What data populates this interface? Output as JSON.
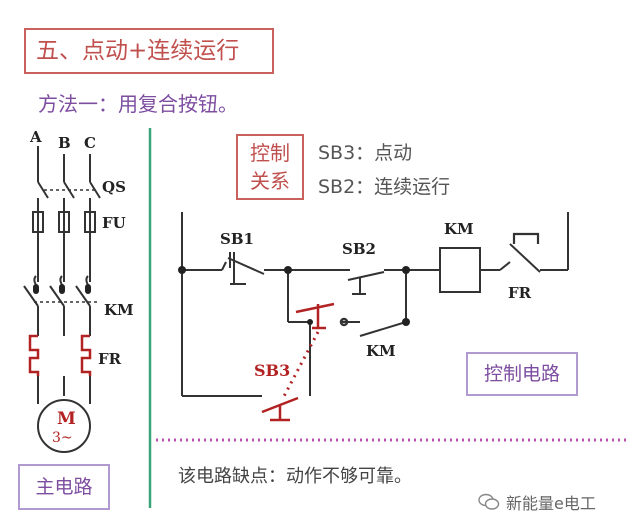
{
  "title": "五、点动+连续运行",
  "method": "方法一：用复合按钮。",
  "control_relation": {
    "label_line1": "控制",
    "label_line2": "关系",
    "sb3": "SB3：点动",
    "sb2": "SB2：连续运行"
  },
  "main_circuit": {
    "label": "主电路",
    "phases": [
      "A",
      "B",
      "C"
    ],
    "qs": "QS",
    "fu": "FU",
    "km": "KM",
    "fr": "FR",
    "motor_m": "M",
    "motor_phase": "3~"
  },
  "control_circuit": {
    "label": "控制电路",
    "sb1": "SB1",
    "sb2": "SB2",
    "sb3": "SB3",
    "km_coil": "KM",
    "km_contact": "KM",
    "fr": "FR"
  },
  "drawback": "该电路缺点：动作不够可靠。",
  "watermark": "新能量e电工",
  "colors": {
    "title_red": "#c0504d",
    "purple": "#7d4da0",
    "divider_green": "#3aa57a",
    "dotted_magenta": "#c050b0",
    "contact_red": "#b22222"
  }
}
